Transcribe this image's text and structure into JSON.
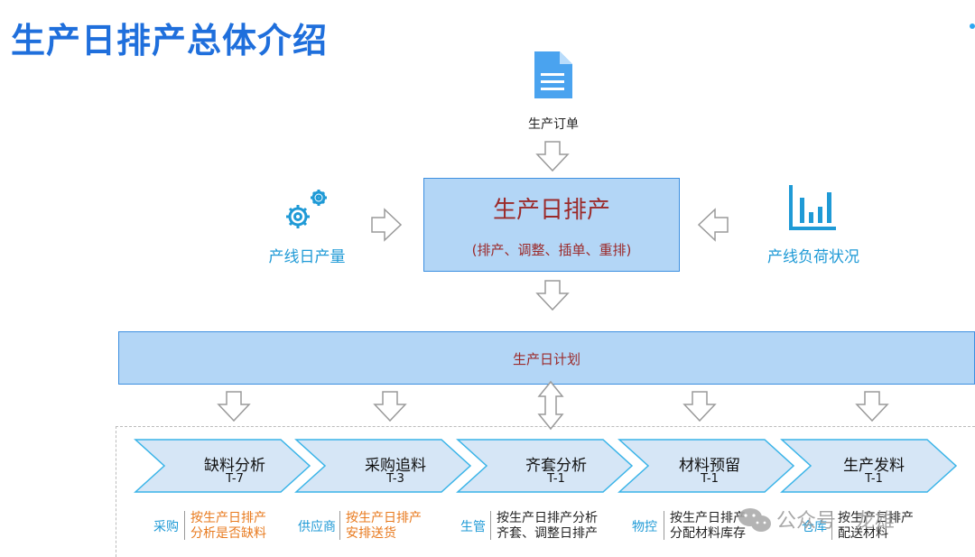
{
  "title": "生产日排产总体介绍",
  "order": {
    "label": "生产订单",
    "icon": "document-icon"
  },
  "center": {
    "title": "生产日排产",
    "subtitle": "(排产、调整、插单、重排)"
  },
  "left_input": {
    "label": "产线日产量",
    "icon": "gears-icon"
  },
  "right_input": {
    "label": "产线负荷状况",
    "icon": "bar-chart-icon"
  },
  "plan": {
    "label": "生产日计划"
  },
  "steps": [
    {
      "name": "缺料分析",
      "t": "T-7",
      "role": "采购",
      "desc_line1": "按生产日排产",
      "desc_line2": "分析是否缺料",
      "desc_color": "orange"
    },
    {
      "name": "采购追料",
      "t": "T-3",
      "role": "供应商",
      "desc_line1": "按生产日排产",
      "desc_line2": "安排送货",
      "desc_color": "orange"
    },
    {
      "name": "齐套分析",
      "t": "T-1",
      "role": "生管",
      "desc_line1": "按生产日排产分析",
      "desc_line2": "齐套、调整日排产",
      "desc_color": "dark"
    },
    {
      "name": "材料预留",
      "t": "T-1",
      "role": "物控",
      "desc_line1": "按生产日排产",
      "desc_line2": "分配材料库存",
      "desc_color": "dark"
    },
    {
      "name": "生产发料",
      "t": "T-1",
      "role": "仓库",
      "desc_line1": "按生产日排产",
      "desc_line2": "配送材料",
      "desc_color": "dark"
    }
  ],
  "watermark": {
    "text": "公众号 · 龙雄"
  },
  "colors": {
    "title": "#1f6fdc",
    "accent": "#1f9ad6",
    "box_fill": "#b3d6f6",
    "box_border": "#3d8fe0",
    "box_text": "#9b2a2a",
    "step_fill": "#d6e6f6",
    "step_border": "#3ab4e8",
    "orange": "#e87a1e"
  }
}
